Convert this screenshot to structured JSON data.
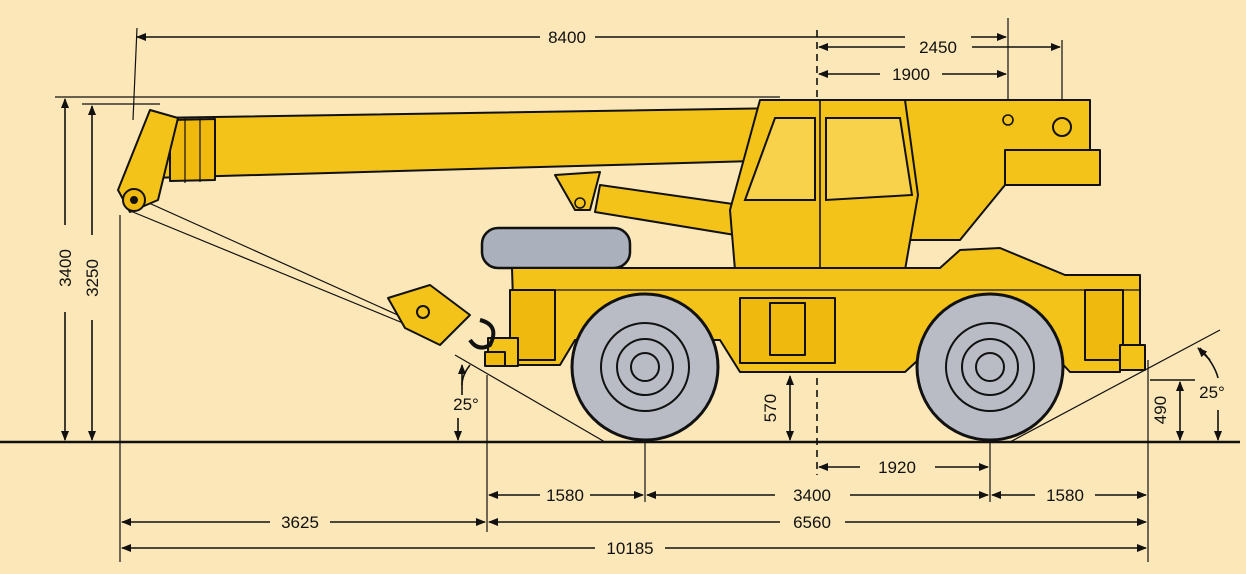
{
  "dimensions": {
    "boom_length_top": "8400",
    "rear_overhang_outer": "2450",
    "rear_overhang_inner": "1900",
    "overall_height": "3400",
    "boom_pivot_height": "3250",
    "ground_clearance": "570",
    "rear_clearance": "490",
    "approach_angle": "25°",
    "departure_angle": "25°",
    "center_to_rear_axle": "1920",
    "front_overhang": "1580",
    "wheelbase": "3400",
    "rear_overhang": "1580",
    "boom_front_projection": "3625",
    "carrier_length": "6560",
    "overall_length": "10185"
  },
  "colors": {
    "background": "#fbe7b8",
    "crane_body": "#f4c31a",
    "tires": "#b9bcc4",
    "lines": "#111111"
  }
}
